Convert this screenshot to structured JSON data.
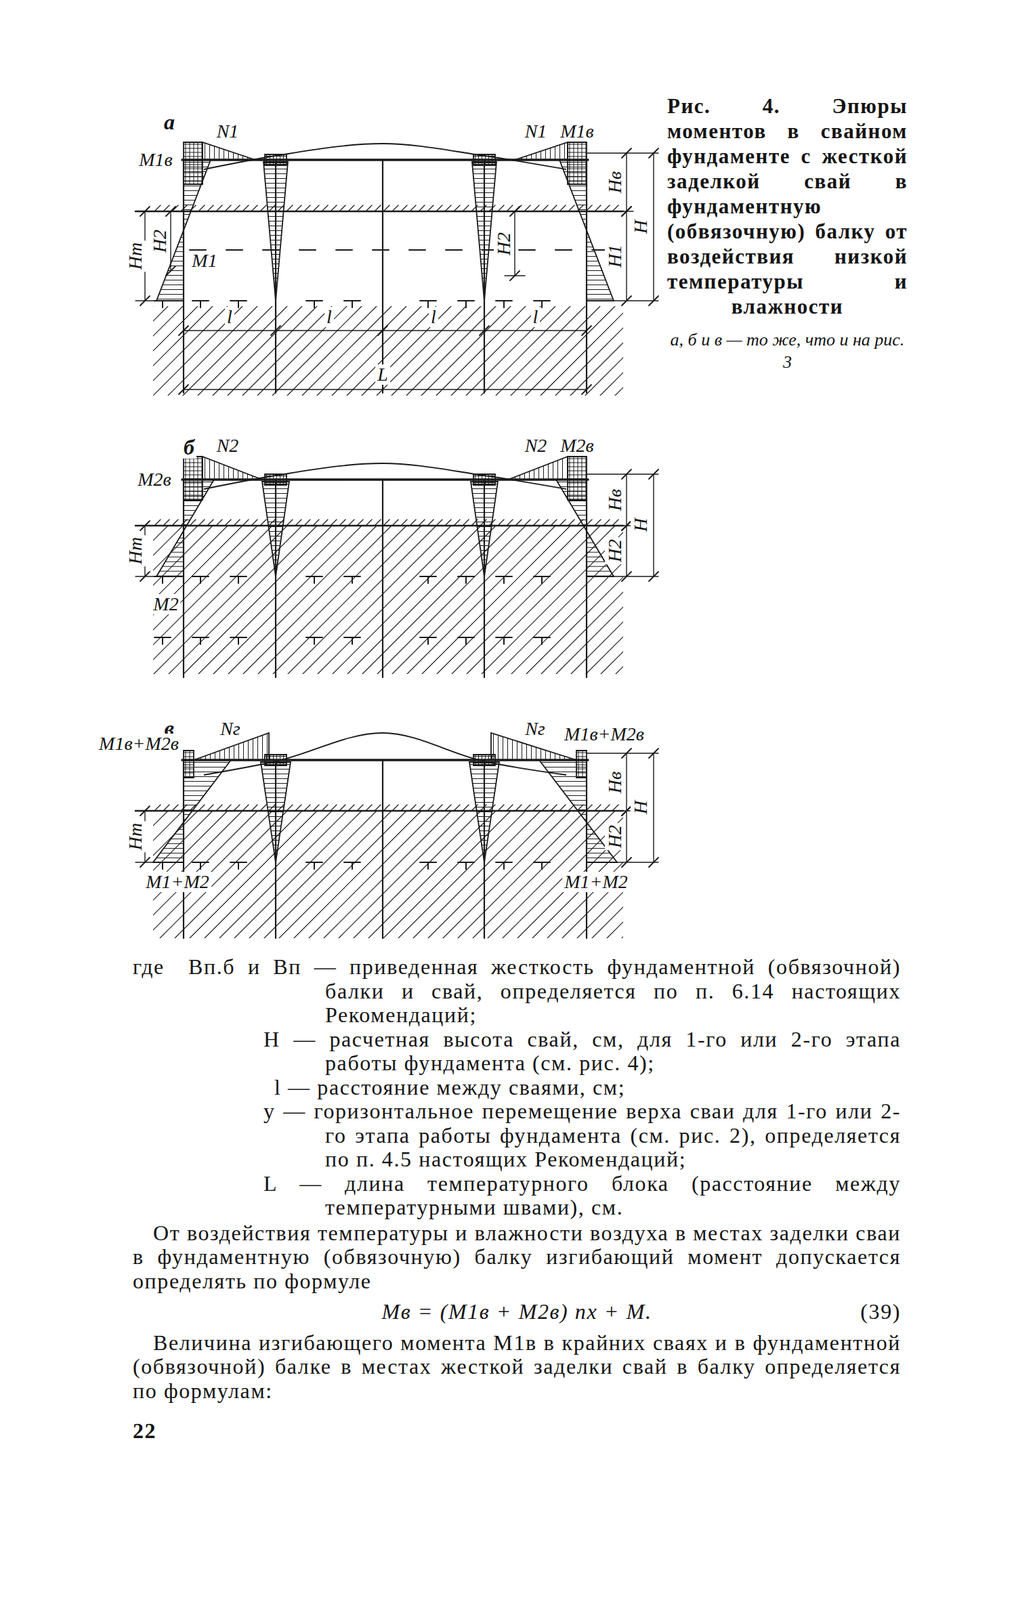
{
  "diagram": {
    "caption": "Рис. 4. Эпюры моментов в свайном фундаменте с жесткой заделкой свай в фундаментную (обвязочную) балку от воздействия низкой температуры и влажности",
    "labels": [
      "а",
      "N1",
      "M1в",
      "N1",
      "M1в",
      "Hв",
      "H",
      "H2",
      "H1",
      "Hт",
      "H2",
      "M1",
      "l",
      "l",
      "l",
      "l",
      "L",
      "б",
      "M2в",
      "N2",
      "N2",
      "M2в",
      "Hв",
      "H",
      "H2",
      "Hт",
      "M2",
      "в",
      "M1в+M2в",
      "Nг",
      "Nг",
      "M1в+M2в",
      "Hв",
      "H",
      "H2",
      "Hт",
      "M1+M2",
      "M1+M2",
      "а, б и в — то же, что и на рис. 3",
      "где",
      "Bп.б и Bп — приведенная жесткость фундаментной (обвязочной) балки и свай, определяется по п. 6.14 настоящих Рекомендаций;",
      "H — расчетная высота свай, см, для 1-го или 2-го этапа работы фундамента (см. рис. 4);",
      "l — расстояние между сваями, см;",
      "y — горизонтальное перемещение верха сваи для 1-го или 2-го этапа работы фундамента (см. рис. 2), определяется по п. 4.5 настоящих Рекомендаций;",
      "L — длина температурного блока (расстояние между температурными швами), см.",
      "От воздействия температуры и влажности воздуха в местах заделки сваи в фундаментную (обвязочную) балку изгибающий момент допускается определять по формуле",
      "Mв = (M1в + M2в) nх + M.",
      "(39)",
      "Величина изгибающего момента M1в в крайних сваях и в фундаментной (обвязочной) балке в местах жесткой заделки свай в балку определяется по формулам:",
      "22"
    ]
  }
}
